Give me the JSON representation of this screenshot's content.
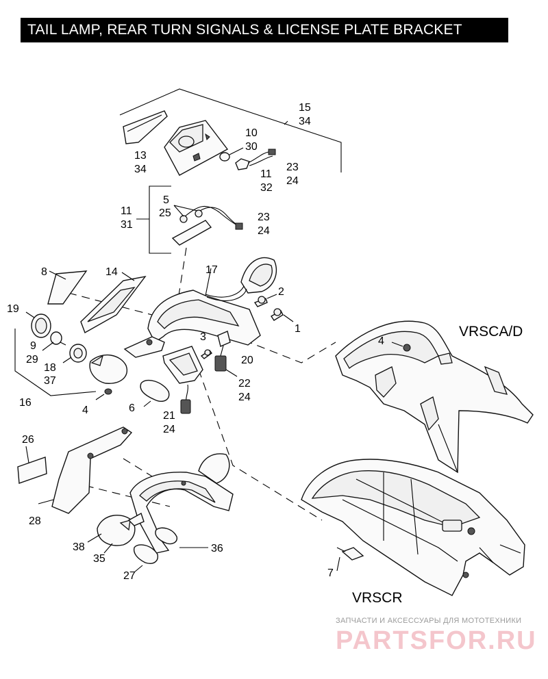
{
  "title": "TAIL LAMP, REAR TURN SIGNALS & LICENSE PLATE BRACKET",
  "models": {
    "vrsca_d": "VRSCA/D",
    "vrscr": "VRSCR"
  },
  "labels": {
    "l15": "15",
    "l34a": "34",
    "l10": "10",
    "l30": "30",
    "l13": "13",
    "l34b": "34",
    "l23a": "23",
    "l24a": "24",
    "l11a": "11",
    "l32": "32",
    "l5": "5",
    "l25": "25",
    "l11b": "11",
    "l31": "31",
    "l23b": "23",
    "l24b": "24",
    "l8": "8",
    "l14": "14",
    "l17": "17",
    "l2": "2",
    "l1": "1",
    "l19": "19",
    "l3": "3",
    "l9": "9",
    "l29": "29",
    "l18": "18",
    "l37": "37",
    "l20": "20",
    "l4a": "4",
    "l4b": "4",
    "l16": "16",
    "l6": "6",
    "l22": "22",
    "l24c": "24",
    "l21": "21",
    "l24d": "24",
    "l26": "26",
    "l28": "28",
    "l38": "38",
    "l35": "35",
    "l36": "36",
    "l27": "27",
    "l7": "7"
  },
  "watermark": {
    "caption": "ЗАПЧАСТИ И АКСЕССУАРЫ ДЛЯ МОТОТЕХНИКИ",
    "brand": "PARTSFOR.RU"
  }
}
